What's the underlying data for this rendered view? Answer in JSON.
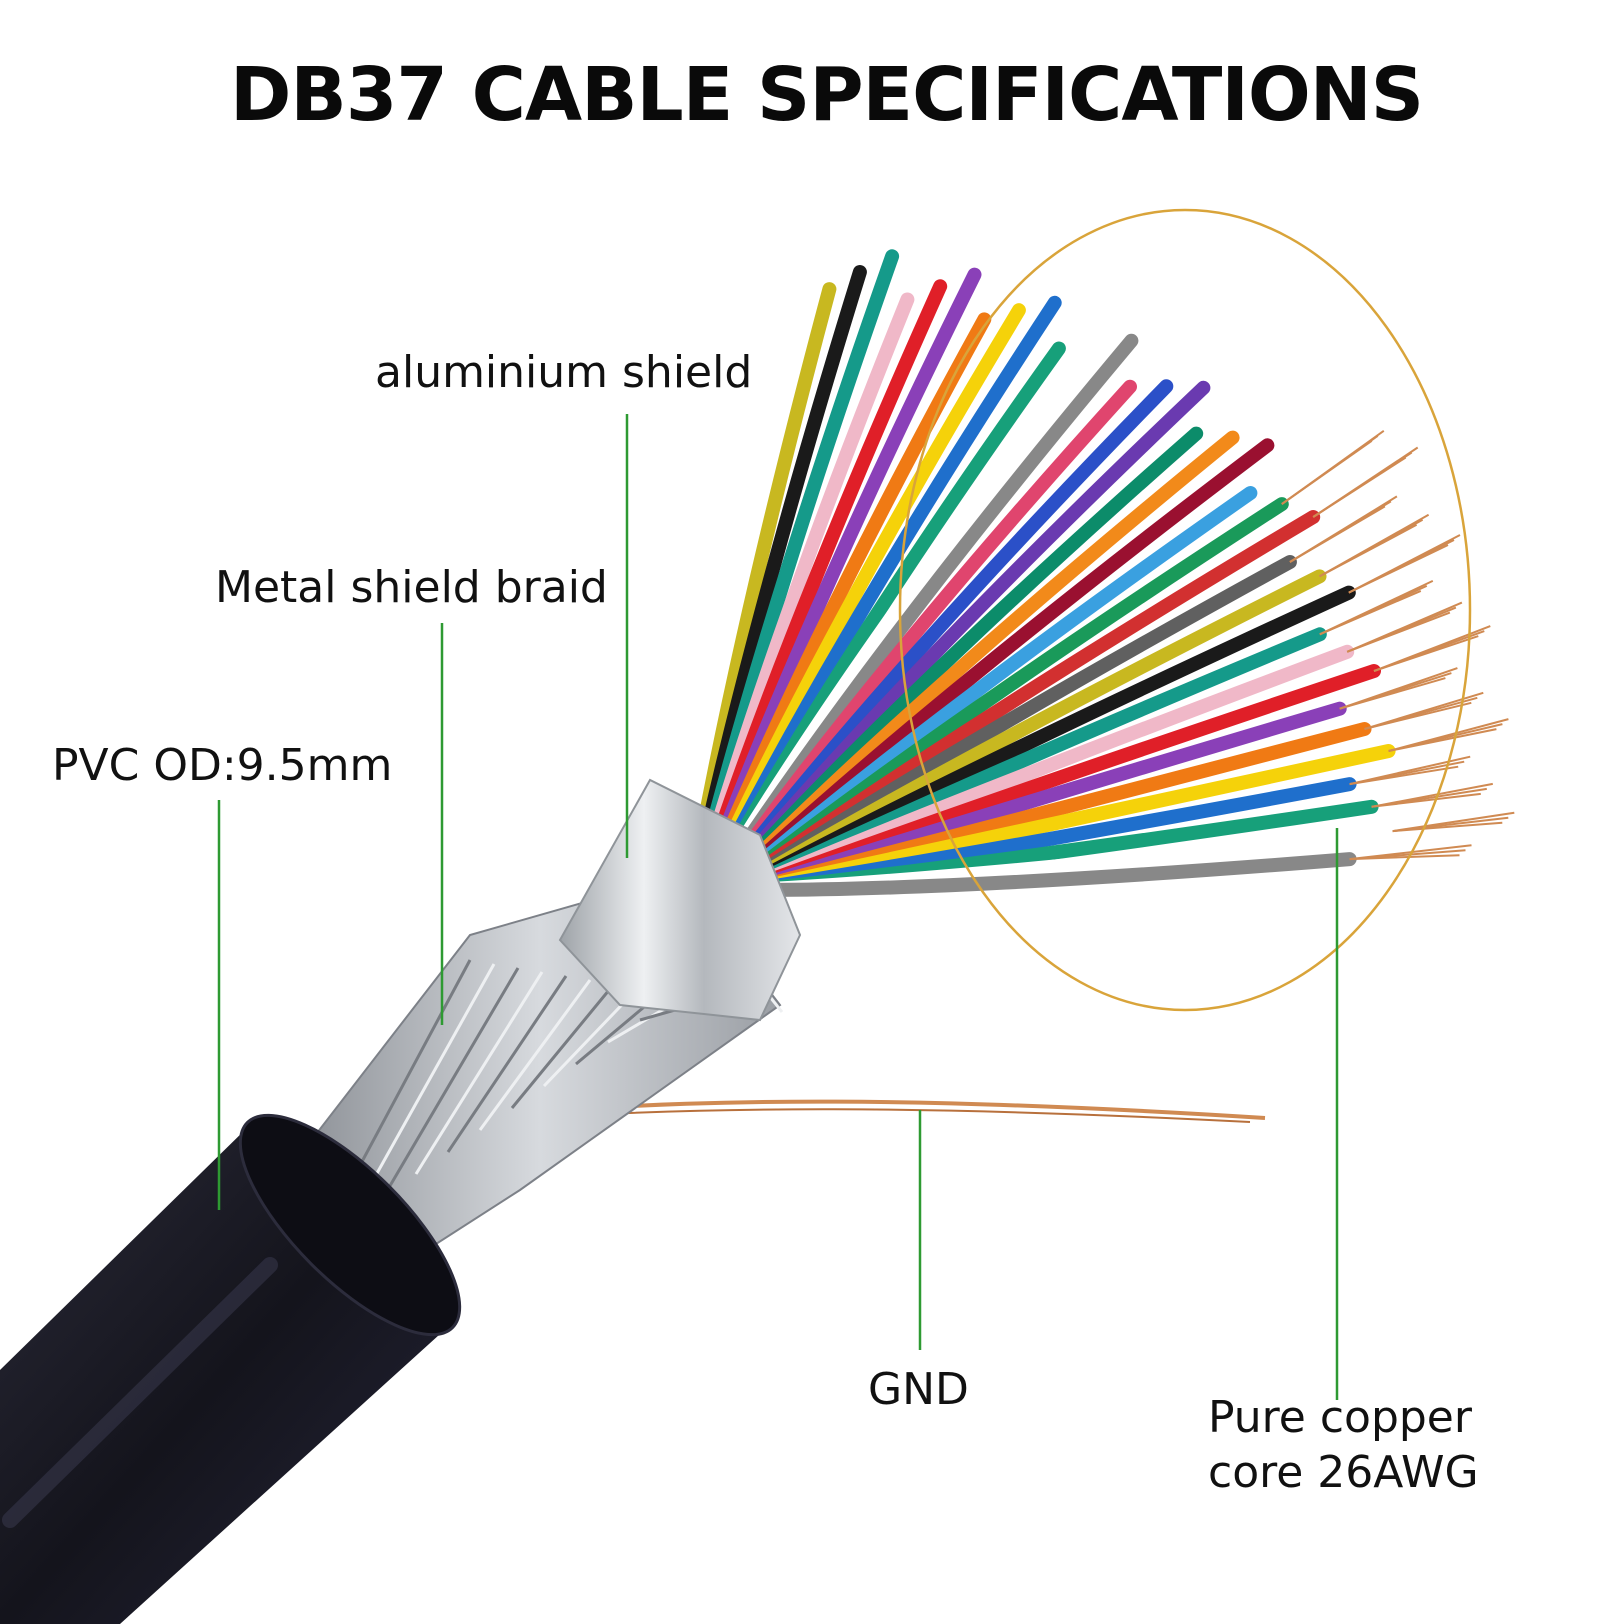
{
  "title": "DB37 CABLE SPECIFICATIONS",
  "labels": {
    "aluminium_shield": "aluminium shield",
    "metal_shield_braid": "Metal shield braid",
    "pvc_od": "PVC OD:9.5mm",
    "gnd": "GND",
    "pure_copper_line1": "Pure copper",
    "pure_copper_line2": "core 26AWG"
  },
  "colors": {
    "leader_line": "#2e9a32",
    "highlight_ellipse": "#d9a43a",
    "jacket": "#1c1c26",
    "foil": "#c8ccd0",
    "braid": "#a9adb3",
    "copper": "#d08a52"
  },
  "wire_colors": [
    "#c8b820",
    "#1a1a1a",
    "#159a8a",
    "#f0b8c8",
    "#e01f28",
    "#8a40b8",
    "#f07a14",
    "#f5d20a",
    "#1f6fcc",
    "#17a07a",
    "#ffffff",
    "#888888",
    "#e0456e",
    "#2b50c8",
    "#6a3ab0",
    "#0c8c6a",
    "#f28a1a",
    "#9a1030",
    "#3aa0e0",
    "#1a9a5a",
    "#d23030",
    "#606060"
  ]
}
